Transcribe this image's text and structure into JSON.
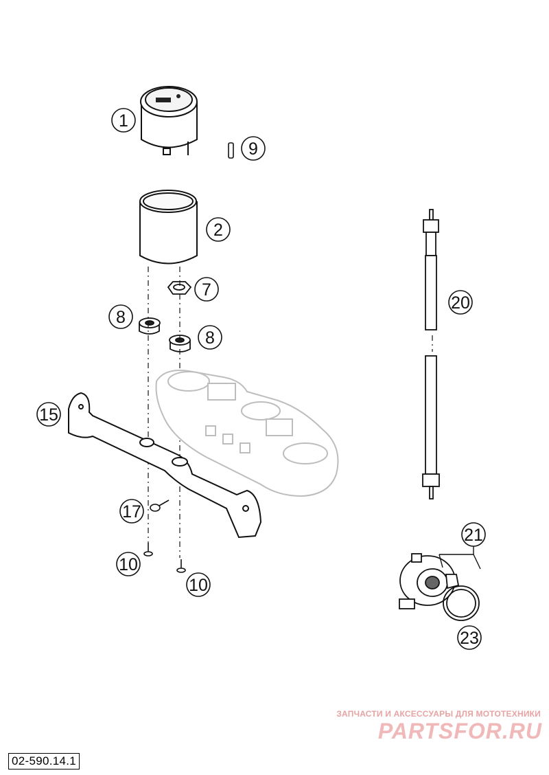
{
  "diagram": {
    "callouts": [
      {
        "id": "c1",
        "label": "1"
      },
      {
        "id": "c9",
        "label": "9"
      },
      {
        "id": "c2",
        "label": "2"
      },
      {
        "id": "c7",
        "label": "7"
      },
      {
        "id": "c8a",
        "label": "8"
      },
      {
        "id": "c8b",
        "label": "8"
      },
      {
        "id": "c20",
        "label": "20"
      },
      {
        "id": "c15",
        "label": "15"
      },
      {
        "id": "c17",
        "label": "17"
      },
      {
        "id": "c10a",
        "label": "10"
      },
      {
        "id": "c10b",
        "label": "10"
      },
      {
        "id": "c21",
        "label": "21"
      },
      {
        "id": "c23",
        "label": "23"
      }
    ],
    "reference_code": "02-590.14.1"
  },
  "watermark": {
    "caption": "ЗАПЧАСТИ И АКСЕССУАРЫ ДЛЯ МОТОТЕХНИКИ",
    "logo": "PARTSFOR.RU"
  },
  "colors": {
    "line": "#111111",
    "ghost_part": "#bdbdbd",
    "watermark": "#f0b8b8"
  }
}
